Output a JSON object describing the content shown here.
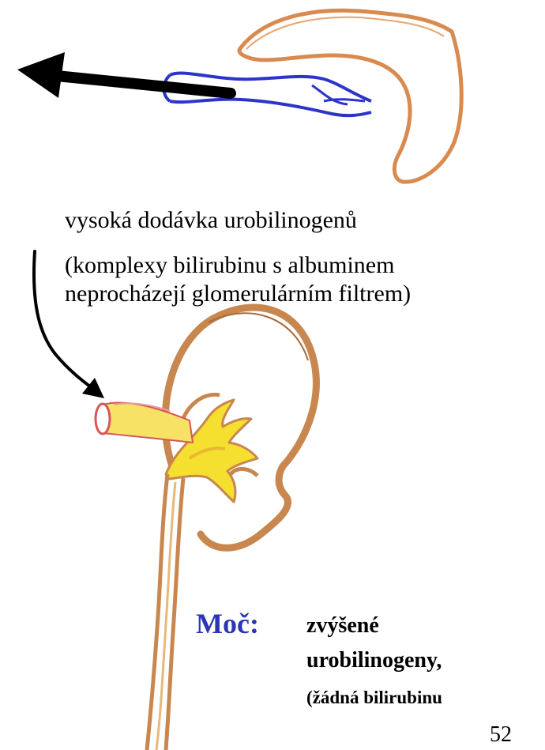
{
  "diagram": {
    "caption_top": "vysoká dodávka urobilinogenů",
    "caption_note_line1": "(komplexy bilirubinu s albuminem",
    "caption_note_line2": "neprocházejí glomerulárním filtrem)",
    "urine": {
      "label": "Moč:",
      "line1": "zvýšené",
      "line2": "urobilinogeny,",
      "line3": "(žádná bilirubinu"
    },
    "page_number": "52"
  },
  "colors": {
    "arrow": "#000000",
    "liver_outline": "#d98a4e",
    "vessel_blue": "#2d35c8",
    "kidney_outline": "#c8874f",
    "kidney_yellow": "#f5e030",
    "ureter_red": "#d9555a",
    "urine_label": "#2b36b4"
  }
}
